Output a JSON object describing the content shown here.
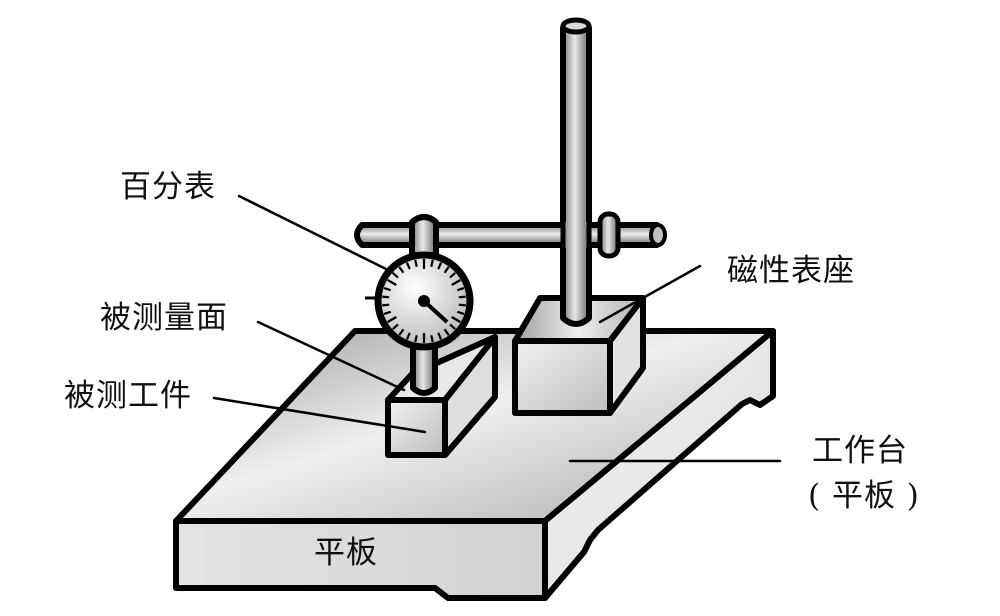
{
  "diagram": {
    "title": "百分表测量示意图",
    "labels": {
      "dial_indicator": "百分表",
      "measured_surface": "被测量面",
      "workpiece": "被测工件",
      "magnetic_base": "磁性表座",
      "worktable_line1": "工作台",
      "worktable_line2": "( 平板 )",
      "plate_front": "平板"
    },
    "colors": {
      "outline": "#000000",
      "surface_light": "#f2f2f2",
      "surface_mid": "#c8c8c8",
      "surface_dark": "#8c8c8c",
      "front_face": "#d8d8d8"
    }
  }
}
